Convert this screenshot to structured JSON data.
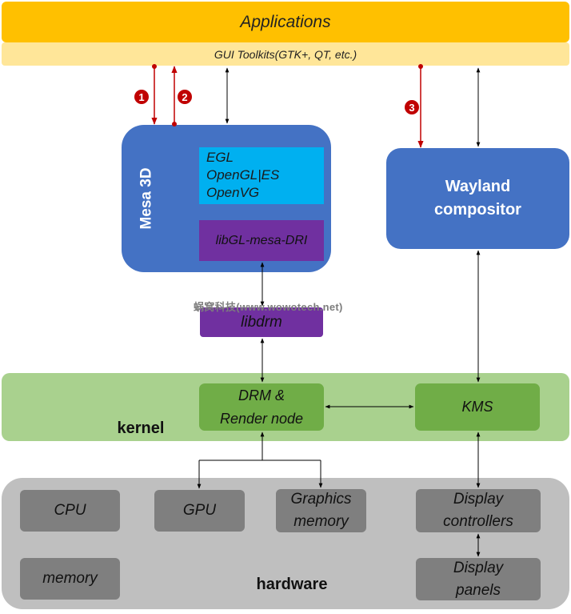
{
  "layers": {
    "applications": "Applications",
    "gui_toolkits": "GUI Toolkits(GTK+, QT, etc.)",
    "kernel": "kernel",
    "hardware": "hardware"
  },
  "mesa": {
    "title": "Mesa 3D",
    "apis": [
      "EGL",
      "OpenGL|ES",
      "OpenVG"
    ],
    "libgl": "libGL-mesa-DRI"
  },
  "wayland": {
    "line1": "Wayland",
    "line2": "compositor"
  },
  "libdrm": "libdrm",
  "watermark": "蜗窝科技(www.wowotech.net)",
  "kernel_blocks": {
    "drm": {
      "line1": "DRM &",
      "line2": "Render node"
    },
    "kms": "KMS"
  },
  "hardware_blocks": {
    "cpu": "CPU",
    "gpu": "GPU",
    "graphics_memory": {
      "line1": "Graphics",
      "line2": "memory"
    },
    "display_controllers": {
      "line1": "Display",
      "line2": "controllers"
    },
    "memory": "memory",
    "display_panels": {
      "line1": "Display",
      "line2": "panels"
    }
  },
  "badges": [
    "1",
    "2",
    "3"
  ],
  "colors": {
    "applications": "#ffc000",
    "gui_toolkits": "#ffe699",
    "mesa": "#4472c4",
    "api_box": "#00b0f0",
    "libgl": "#7030a0",
    "kernel": "#a9d18e",
    "kernel_block": "#70ad47",
    "hardware": "#bfbfbf",
    "hardware_block": "#7f7f7f",
    "flow_arrow": "#c00000"
  }
}
